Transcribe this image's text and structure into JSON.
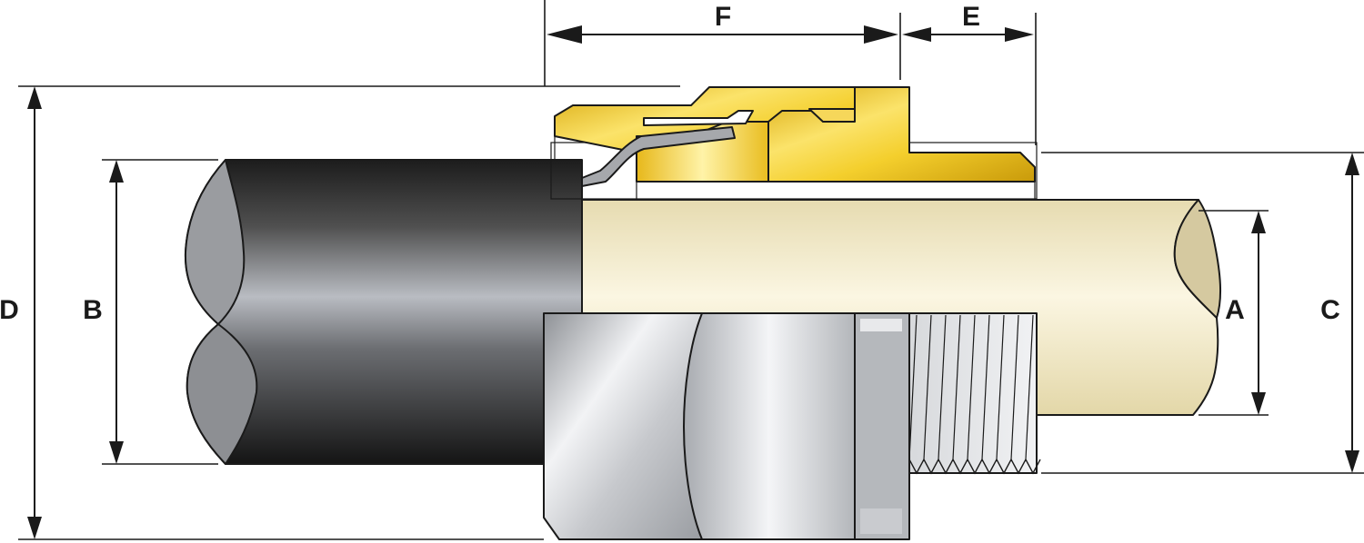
{
  "dimensions": {
    "a": "A",
    "b": "B",
    "c": "C",
    "d": "D",
    "e": "E",
    "f": "F"
  },
  "colors": {
    "outer_sheath": "#2a2a2a",
    "inner_cable": "#f3ecc8",
    "brass": "#f0c420",
    "steel": "#c9cbcf",
    "armour_wire": "#9a9a9a",
    "line": "#1a1a1a"
  }
}
